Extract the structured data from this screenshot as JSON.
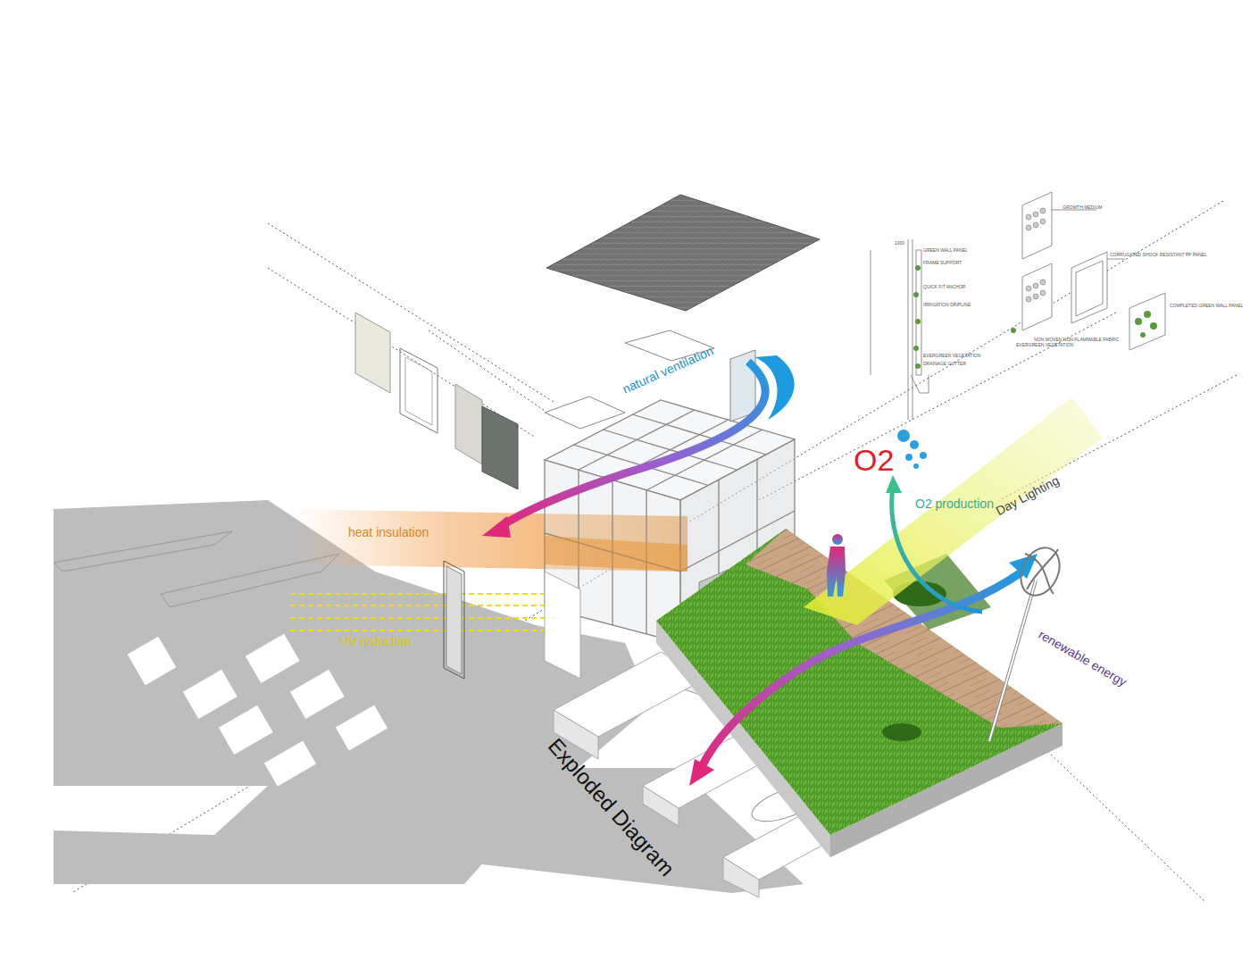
{
  "diagram": {
    "title": "Exploded Diagram",
    "labels": [
      "natural ventilation",
      "heat insulation",
      "UV reduction",
      "O2",
      "O2 production",
      "Day Lighting",
      "renewable energy",
      "GREEN WALL PANEL",
      "FRAME SUPPORT",
      "QUICK FIT ANCHOR",
      "IRRIGATION DRIPLINE",
      "EVERGREEN VEGETATION",
      "DRAINAGE GUTTER",
      "1000",
      "GROWTH MEDIUM",
      "CORRUGATED SHOCK RESISTANT PP PANEL",
      "COMPLETED GREEN WALL PANEL",
      "NON WOVEN NON-FLAMMABLE FABRIC",
      "EVERGREEN VEGETATION"
    ]
  }
}
